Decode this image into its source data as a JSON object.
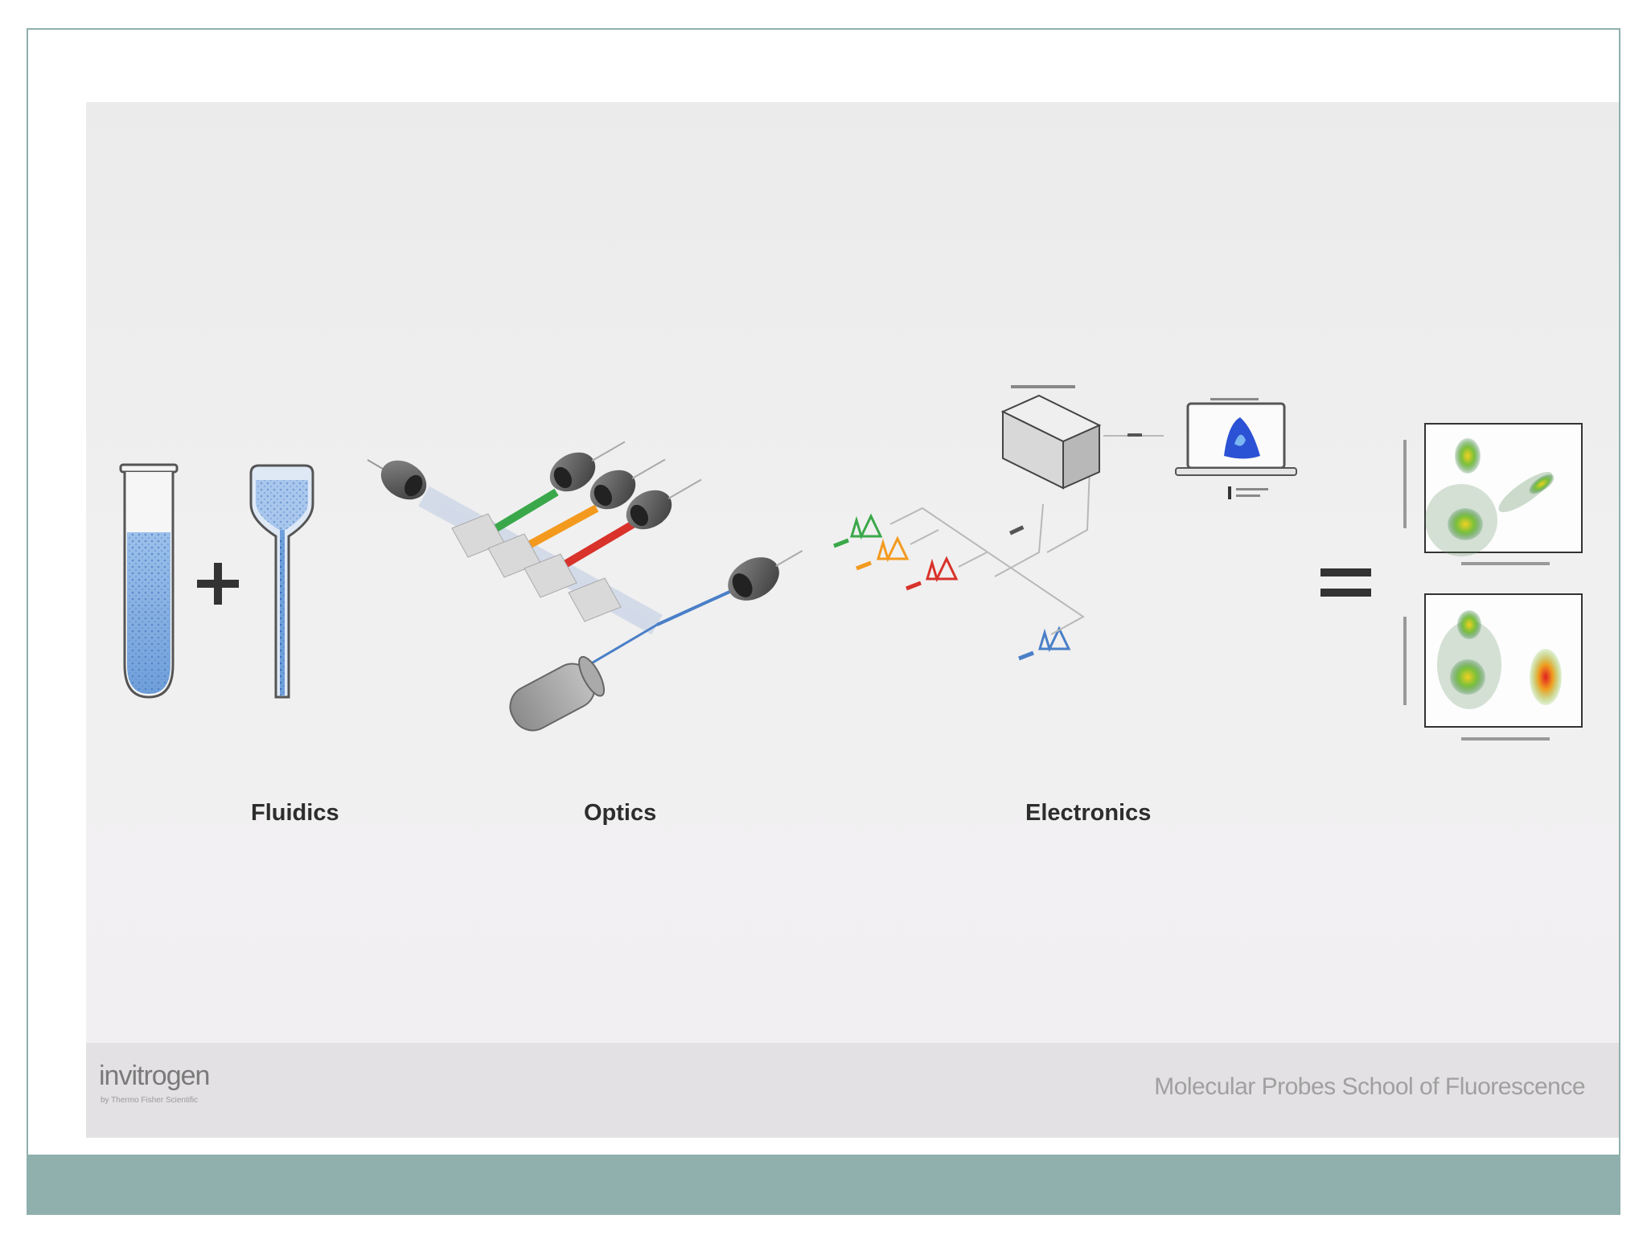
{
  "labels": {
    "fluidics": "Fluidics",
    "optics": "Optics",
    "electronics": "Electronics"
  },
  "footer": {
    "brand": "invitrogen",
    "brand_tagline": "by Thermo Fisher Scientific",
    "school": "Molecular Probes School of Fluorescence"
  },
  "colors": {
    "frame_border": "#8fb0ad",
    "bottom_band": "#8fb0ad",
    "green_beam": "#3aa84a",
    "orange_beam": "#f39a1e",
    "red_beam": "#d8322a",
    "blue_beam": "#4a7fc8"
  }
}
